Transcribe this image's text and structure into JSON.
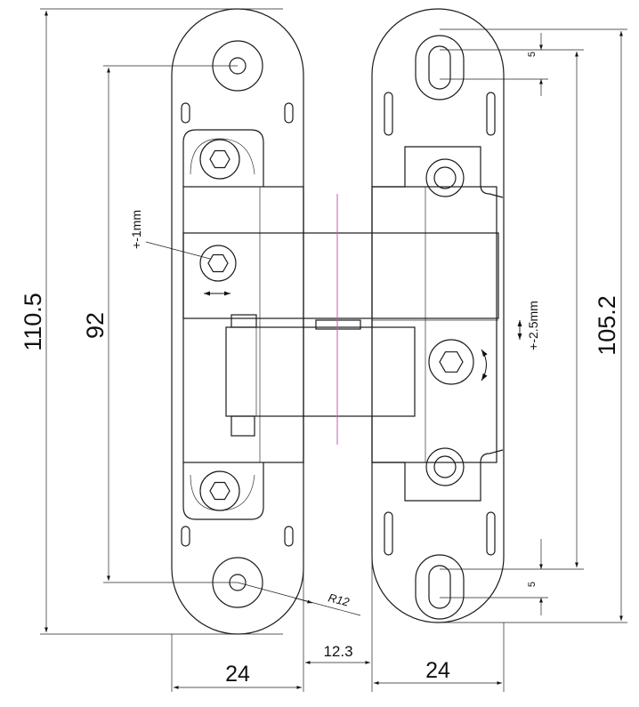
{
  "drawing": {
    "dimensions": {
      "total_height": "110.5",
      "hole_spacing_left": "92",
      "hole_spacing_right": "105.2",
      "left_width": "24",
      "right_width": "24",
      "gap": "12.3",
      "radius": "R12",
      "slot_top": "5",
      "slot_bottom": "5"
    },
    "adjustments": {
      "lateral": "+-1mm",
      "vertical": "+-2.5mm"
    },
    "icons": [
      "hex-socket-screw-icon",
      "horizontal-arrow-icon",
      "vertical-arrow-icon",
      "rotation-arrow-icon"
    ],
    "colors": {
      "line": "#1a1a1a",
      "centerline": "#c060a0",
      "background": "#ffffff"
    }
  }
}
